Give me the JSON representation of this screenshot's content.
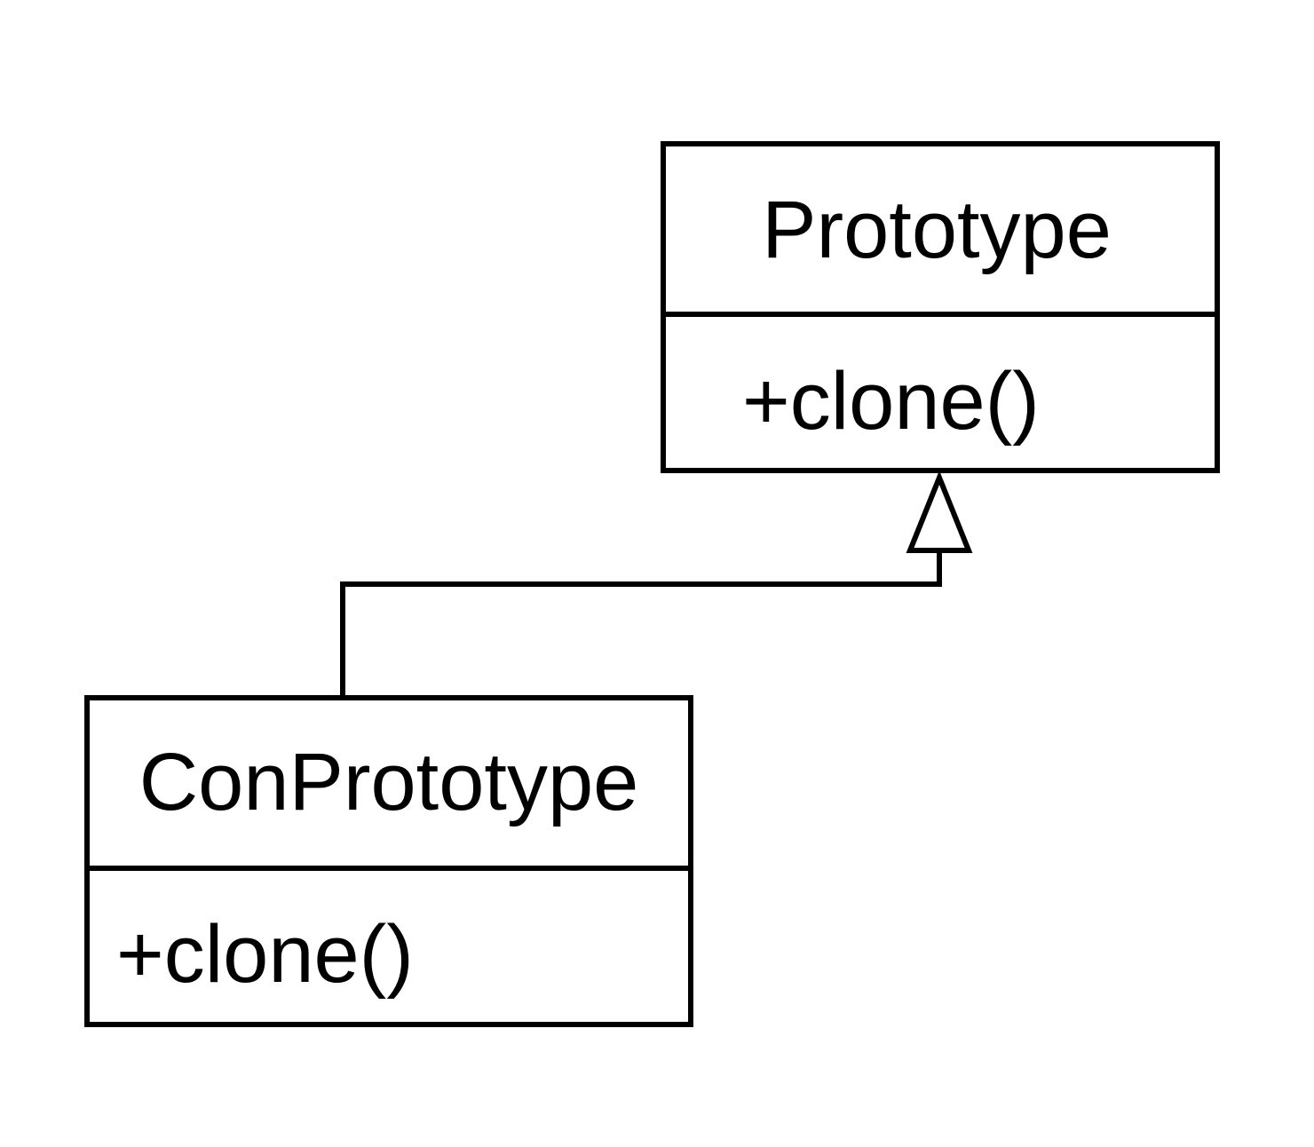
{
  "diagram": {
    "type": "uml-class-diagram",
    "relationship": "generalization",
    "parent_class": {
      "name": "Prototype",
      "methods": [
        "+clone()"
      ]
    },
    "child_class": {
      "name": "ConPrototype",
      "methods": [
        "+clone()"
      ]
    }
  },
  "colors": {
    "background": "#ffffff",
    "stroke": "#000000",
    "text": "#000000"
  }
}
